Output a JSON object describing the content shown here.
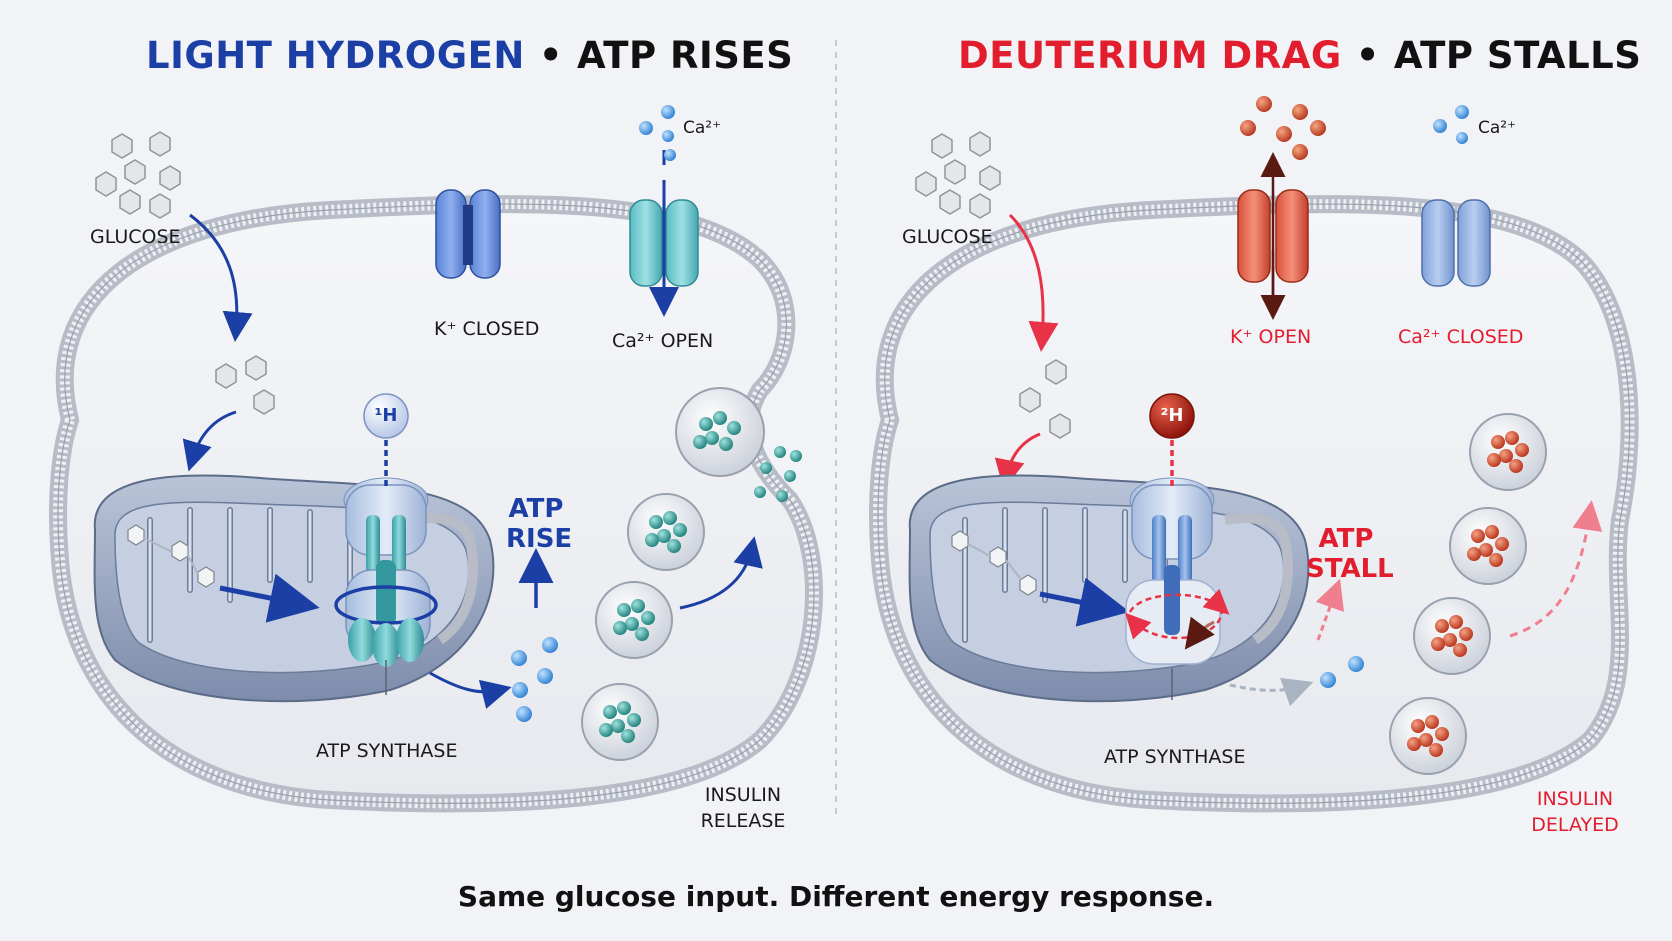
{
  "left": {
    "title_main": "LIGHT HYDROGEN",
    "title_sep": "•",
    "title_tail": "ATP RISES",
    "glucose": "GLUCOSE",
    "k_channel": "K⁺ CLOSED",
    "ca_ion": "Ca²⁺",
    "ca_channel": "Ca²⁺ OPEN",
    "isotope": "¹H",
    "atp_line1": "ATP",
    "atp_line2": "RISE",
    "synthase": "ATP SYNTHASE",
    "insulin_line1": "INSULIN",
    "insulin_line2": "RELEASE",
    "accent": "#1c3fa6"
  },
  "right": {
    "title_main": "DEUTERIUM DRAG",
    "title_sep": "•",
    "title_tail": "ATP STALLS",
    "glucose": "GLUCOSE",
    "k_channel": "K⁺ OPEN",
    "ca_ion": "Ca²⁺",
    "ca_channel": "Ca²⁺ CLOSED",
    "isotope": "²H",
    "atp_line1": "ATP",
    "atp_line2": "STALL",
    "synthase": "ATP SYNTHASE",
    "insulin_line1": "INSULIN",
    "insulin_line2": "DELAYED",
    "accent": "#e21d2e"
  },
  "caption": "Same glucose input. Different energy response."
}
